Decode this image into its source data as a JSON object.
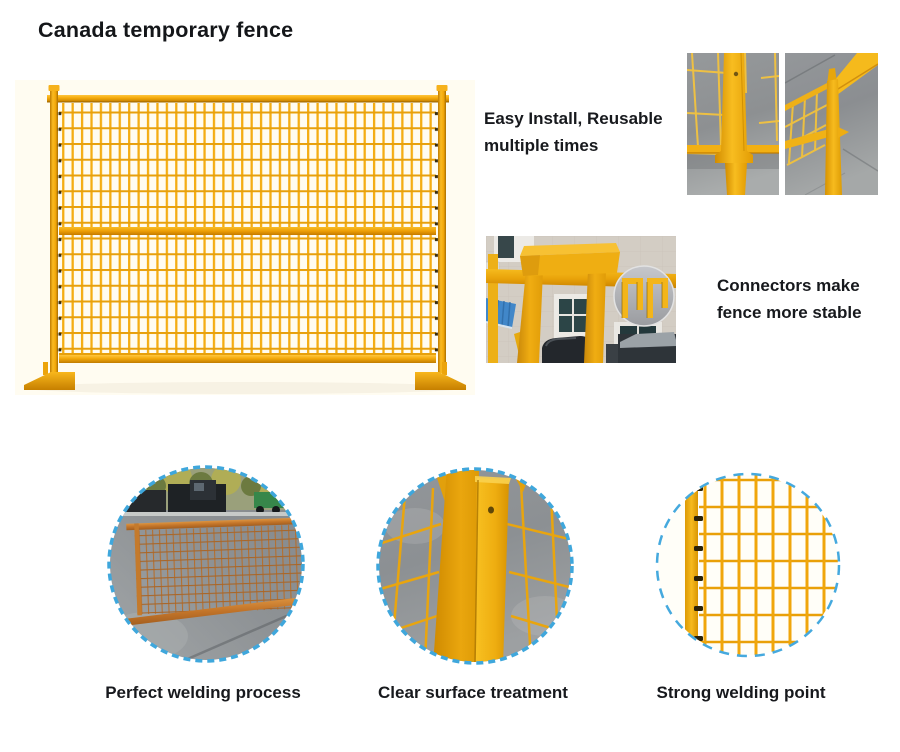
{
  "page": {
    "title": "Canada temporary fence"
  },
  "features": {
    "easy_install": {
      "line1": "Easy Install, Reusable",
      "line2": "multiple times"
    },
    "connectors": {
      "line1": "Connectors make",
      "line2": "fence more stable"
    }
  },
  "bottom_features": [
    {
      "caption": "Perfect welding process"
    },
    {
      "caption": "Clear surface treatment"
    },
    {
      "caption": "Strong welding point"
    }
  ],
  "colors": {
    "fence_yellow": "#F2A70B",
    "photo_yellow": "#F5B71E",
    "rust_orange": "#C9782C",
    "dashed_border_blue": "#41A7DD",
    "heading_text": "#17191D"
  }
}
